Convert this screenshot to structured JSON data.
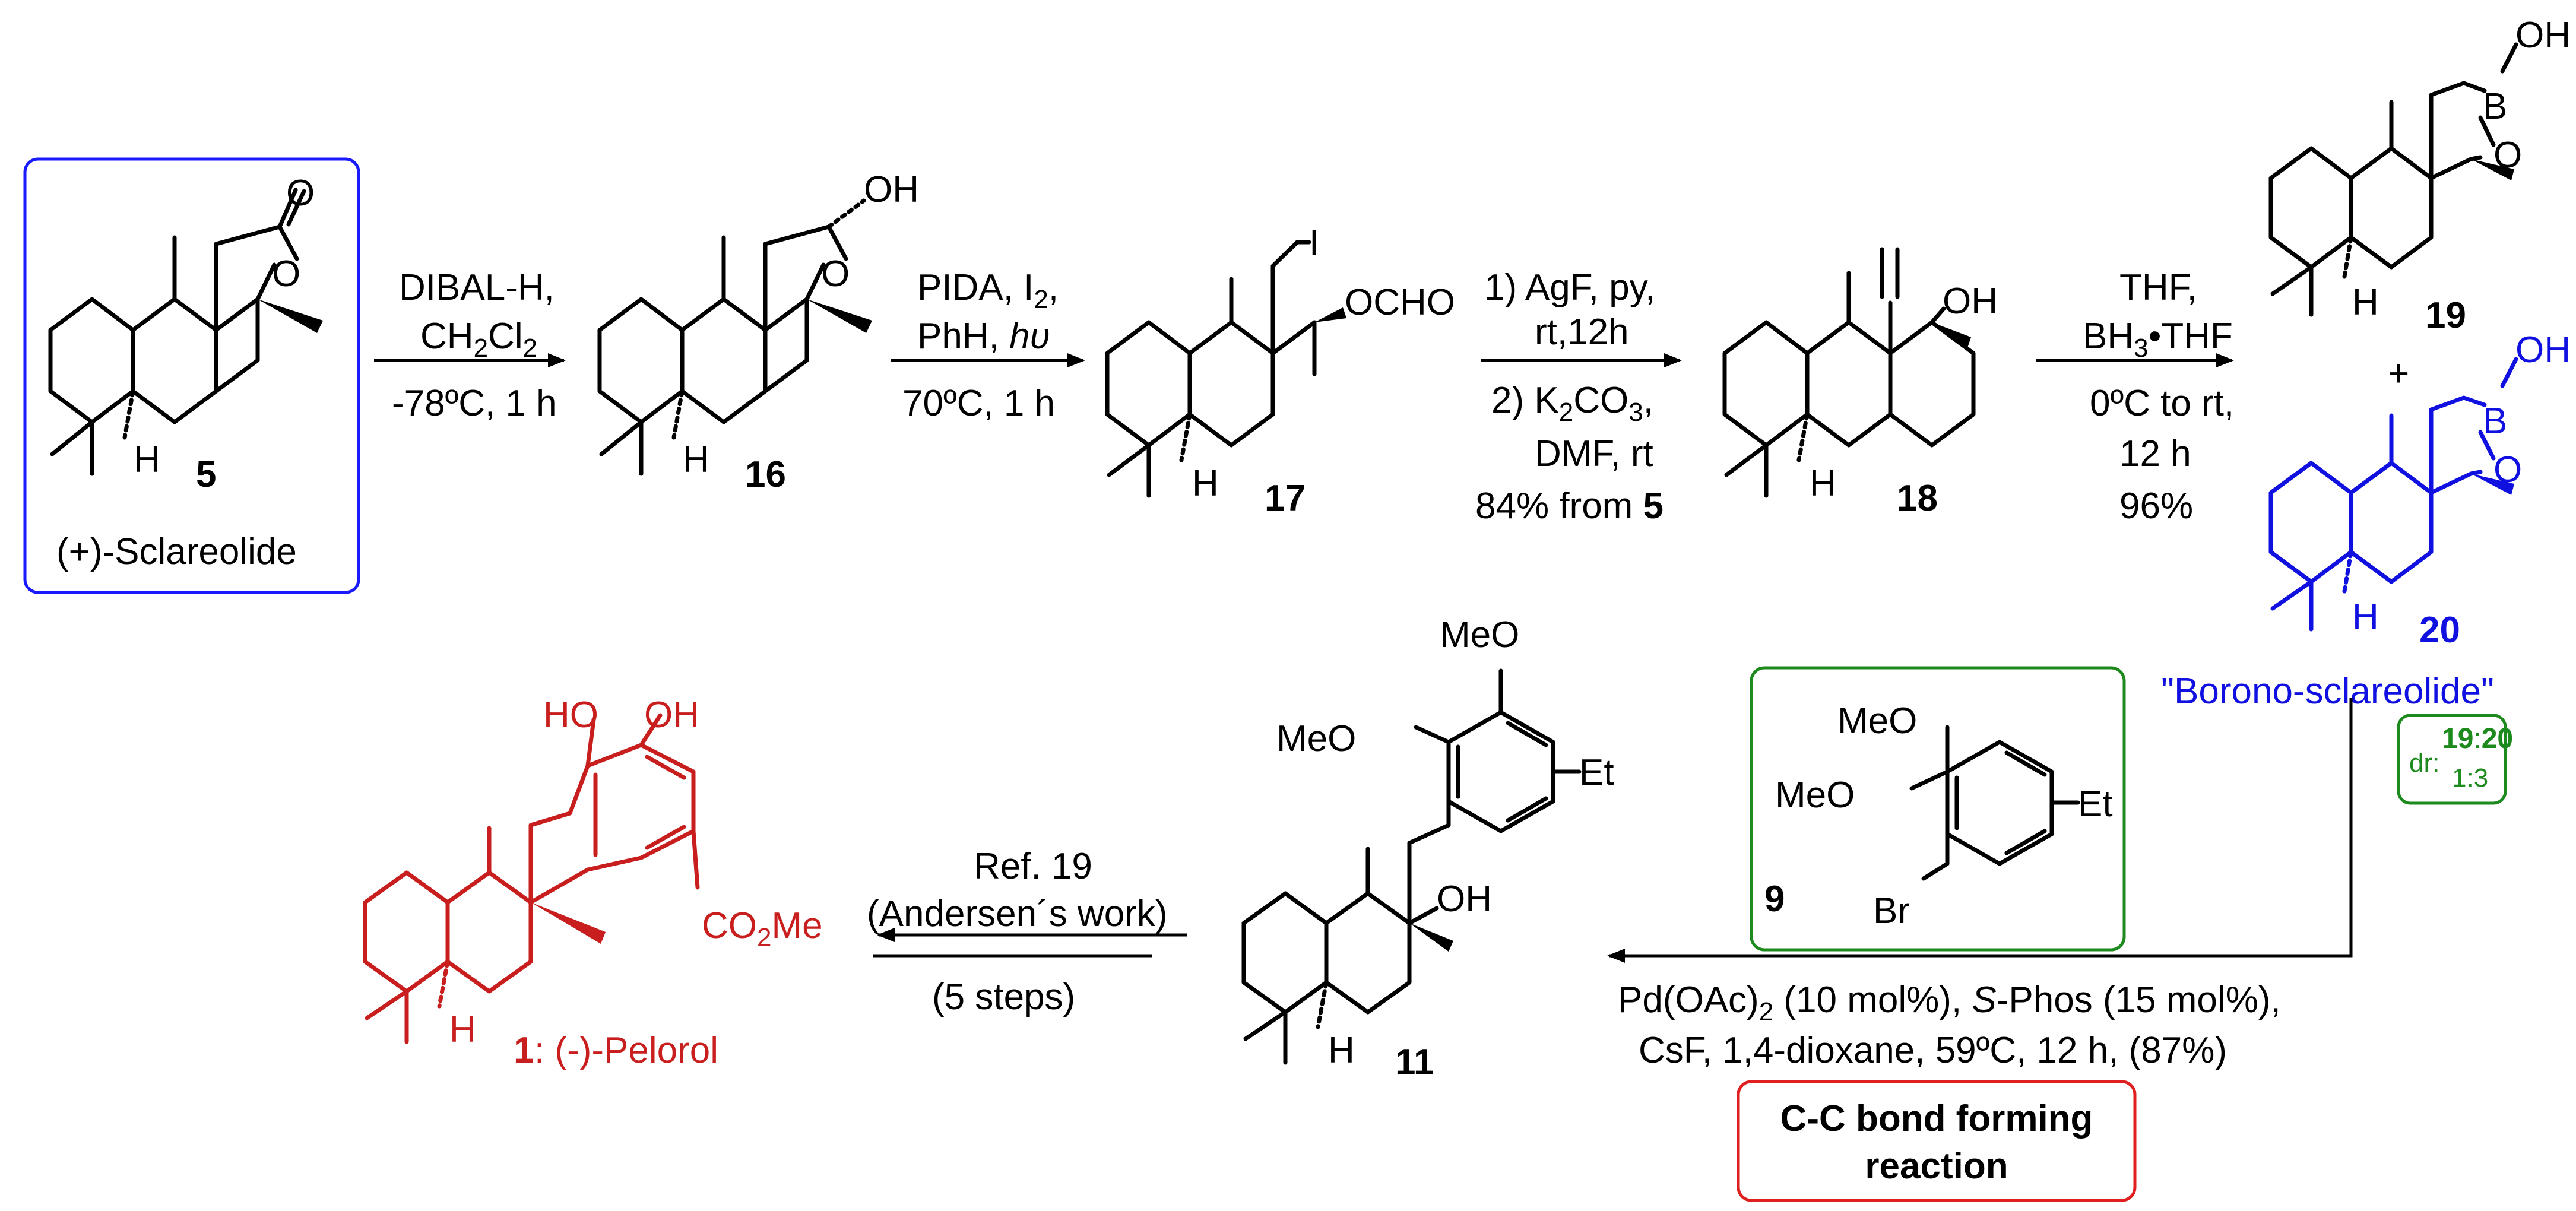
{
  "colors": {
    "black": "#000000",
    "blue": "#1010e0",
    "red": "#c81e1e",
    "green": "#1d8a1d"
  },
  "compounds": {
    "c5": {
      "number": "5",
      "name": "(+)-Sclareolide",
      "atom_o_carbonyl": "O",
      "atom_o_ring": "O",
      "atom_h": "H"
    },
    "c16": {
      "number": "16",
      "oh": "OH",
      "atom_o_ring": "O",
      "atom_h": "H"
    },
    "c17": {
      "number": "17",
      "iodo": "I",
      "formate": "OCHO",
      "atom_h": "H"
    },
    "c18": {
      "number": "18",
      "oh": "OH",
      "atom_h": "H"
    },
    "c19": {
      "number": "19",
      "oh": "OH",
      "boron": "B",
      "atom_o": "O",
      "atom_h": "H"
    },
    "c20": {
      "number": "20",
      "oh": "OH",
      "boron": "B",
      "atom_o": "O",
      "atom_h": "H",
      "name": "\"Borono-sclareolide\""
    },
    "c9": {
      "number": "9",
      "ome1": "MeO",
      "ome2": "MeO",
      "et": "Et",
      "br": "Br"
    },
    "c11": {
      "number": "11",
      "ome1": "MeO",
      "ome2": "MeO",
      "et": "Et",
      "oh": "OH",
      "atom_h": "H"
    },
    "c1": {
      "number": "1",
      "name": ":  (-)-Pelorol",
      "oh1": "HO",
      "oh2": "OH",
      "ester": "CO",
      "ester_sub": "2",
      "ester_tail": "Me",
      "atom_h": "H"
    }
  },
  "steps": {
    "s1": {
      "line1": "DIBAL-H,",
      "line2a": "CH",
      "line2sub1": "2",
      "line2b": "Cl",
      "line2sub2": "2",
      "line3": "-78ºC, 1 h"
    },
    "s2": {
      "line1a": "PIDA, I",
      "line1sub": "2",
      "line1b": ",",
      "line2a": "PhH, ",
      "line2it": "hυ",
      "line3": "70ºC, 1 h"
    },
    "s3": {
      "line1": "1) AgF,  py,",
      "line2": "rt,12h",
      "line3a": "2) K",
      "line3sub": "2",
      "line3b": "CO",
      "line3sub2": "3",
      "line3c": ",",
      "line4": "DMF,  rt",
      "line5a": "84% from ",
      "line5b": "5"
    },
    "s4": {
      "line1": "THF,",
      "line2a": "BH",
      "line2sub": "3",
      "line2b": "•THF",
      "line3": "0ºC to rt,",
      "line4": "12 h",
      "line5": "96%"
    },
    "s5": {
      "line1a": "Pd(OAc)",
      "line1sub": "2",
      "line1b": " (10 mol%), ",
      "line1it": "S",
      "line1c": "-Phos (15 mol%),",
      "line2": "CsF, 1,4-dioxane, 59ºC, 12 h, (87%)",
      "badge1": "C-C bond forming",
      "badge2": "reaction"
    },
    "s6": {
      "line1": "Ref. 19",
      "line2": "(Andersen´s work)",
      "line3": "(5 steps)"
    }
  },
  "dr": {
    "label": "dr: ",
    "n19": "19",
    "colon": ":",
    "n20": "20",
    "ratio": "1:3"
  },
  "plus": "+"
}
